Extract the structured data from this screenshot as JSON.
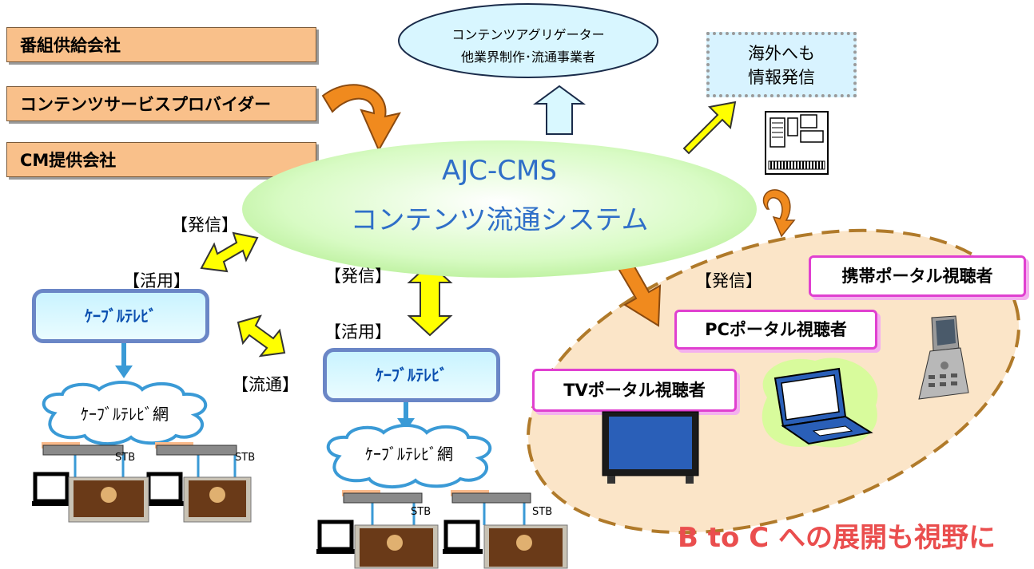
{
  "sources": [
    {
      "label": "番組供給会社"
    },
    {
      "label": "コンテンツサービスプロバイダー"
    },
    {
      "label": "CM提供会社"
    }
  ],
  "aggregator": {
    "line1": "コンテンツアグリゲーター",
    "line2": "他業界制作･流通事業者"
  },
  "overseas": {
    "line1": "海外へも",
    "line2": "情報発信"
  },
  "core": {
    "line1": "AJC-CMS",
    "line2": "コンテンツ流通システム"
  },
  "labels": {
    "send_left": "【発信】",
    "use_left": "【活用】",
    "distribute": "【流通】",
    "send_center": "【発信】",
    "use_center": "【活用】",
    "send_right": "【発信】"
  },
  "catv": {
    "left": "ｹｰﾌﾞﾙﾃﾚﾋﾞ",
    "center": "ｹｰﾌﾞﾙﾃﾚﾋﾞ",
    "network_left": "ｹｰﾌﾞﾙﾃﾚﾋﾞ網",
    "network_center": "ｹｰﾌﾞﾙﾃﾚﾋﾞ網",
    "stb": "STB"
  },
  "viewers": {
    "mobile": "携帯ポータル視聴者",
    "pc": "PCポータル視聴者",
    "tv": "TVポータル視聴者"
  },
  "tagline": "B to C への展開も視野に",
  "colors": {
    "core_text": "#2f6fc8",
    "tagline": "#ea4e4e",
    "orange_arrow": "#f08a1e",
    "yellow_arrow": "#ffff00",
    "light_arrow": "#d9f8ff"
  }
}
